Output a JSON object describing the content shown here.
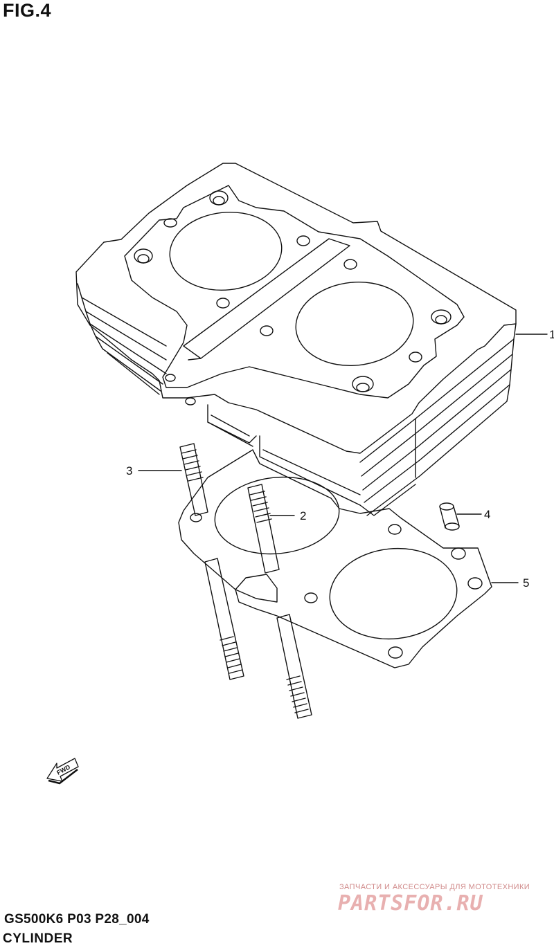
{
  "figure": {
    "title": "FIG.4"
  },
  "callouts": [
    {
      "id": "1",
      "label": "1"
    },
    {
      "id": "2",
      "label": "2"
    },
    {
      "id": "3",
      "label": "3"
    },
    {
      "id": "4",
      "label": "4"
    },
    {
      "id": "5",
      "label": "5"
    }
  ],
  "fwd_label": "FWD",
  "footer": {
    "code": "GS500K6 P03 P28_004",
    "name": "CYLINDER"
  },
  "watermark": {
    "tagline": "ЗАПЧАСТИ И АКСЕССУАРЫ ДЛЯ МОТОТЕХНИКИ",
    "logo": "PARTSFOR.RU"
  }
}
